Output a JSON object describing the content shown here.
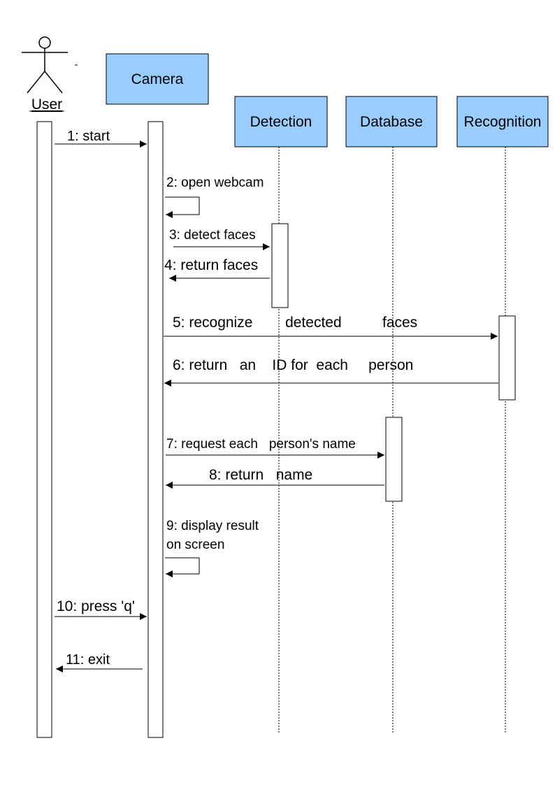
{
  "actor": {
    "name": "User"
  },
  "objects": [
    {
      "id": "camera",
      "name": "Camera"
    },
    {
      "id": "detection",
      "name": "Detection"
    },
    {
      "id": "database",
      "name": "Database"
    },
    {
      "id": "recognition",
      "name": "Recognition"
    }
  ],
  "messages": [
    {
      "label": "1: start",
      "from": "user",
      "to": "camera"
    },
    {
      "label": "2: open webcam",
      "from": "camera",
      "to": "camera"
    },
    {
      "label": "3: detect faces",
      "from": "camera",
      "to": "detection"
    },
    {
      "label": "4: return faces",
      "from": "detection",
      "to": "camera"
    },
    {
      "label": "5: recognize        detected          faces",
      "from": "camera",
      "to": "recognition"
    },
    {
      "label": "6: return   an    ID for  each     person",
      "from": "recognition",
      "to": "camera"
    },
    {
      "label": "7: request each   person's name",
      "from": "camera",
      "to": "database"
    },
    {
      "label": "8: return   name",
      "from": "database",
      "to": "camera"
    },
    {
      "label": "9: display result",
      "label2": "on screen",
      "from": "camera",
      "to": "camera"
    },
    {
      "label": "10: press 'q'",
      "from": "user",
      "to": "camera"
    },
    {
      "label": "11: exit",
      "from": "camera",
      "to": "user"
    }
  ]
}
